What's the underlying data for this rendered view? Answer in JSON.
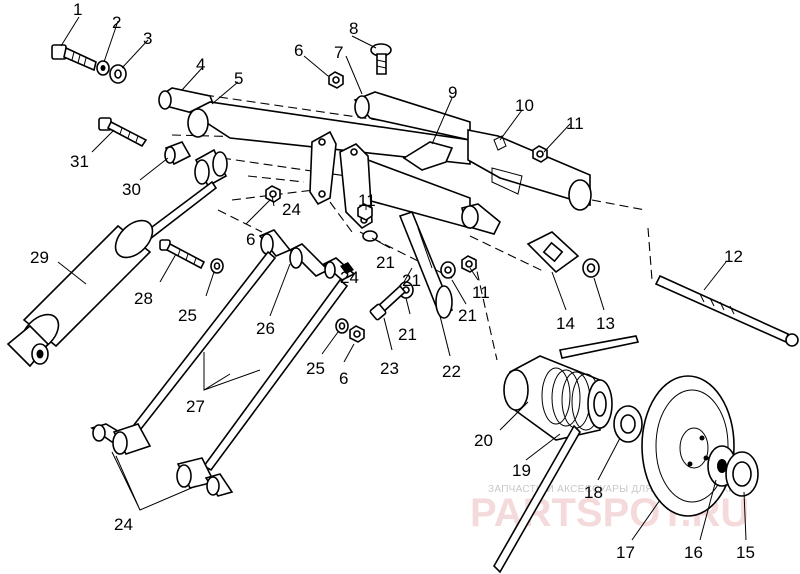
{
  "callouts": [
    {
      "id": "c1",
      "text": "1"
    },
    {
      "id": "c2",
      "text": "2"
    },
    {
      "id": "c3",
      "text": "3"
    },
    {
      "id": "c4",
      "text": "4"
    },
    {
      "id": "c5",
      "text": "5"
    },
    {
      "id": "c6a",
      "text": "6"
    },
    {
      "id": "c7",
      "text": "7"
    },
    {
      "id": "c8",
      "text": "8"
    },
    {
      "id": "c9",
      "text": "9"
    },
    {
      "id": "c10",
      "text": "10"
    },
    {
      "id": "c11a",
      "text": "11"
    },
    {
      "id": "c31",
      "text": "31"
    },
    {
      "id": "c30",
      "text": "30"
    },
    {
      "id": "c24a",
      "text": "24"
    },
    {
      "id": "c6b",
      "text": "6"
    },
    {
      "id": "c12",
      "text": "12"
    },
    {
      "id": "c29",
      "text": "29"
    },
    {
      "id": "c11b",
      "text": "11"
    },
    {
      "id": "c21a",
      "text": "21"
    },
    {
      "id": "c24b",
      "text": "24"
    },
    {
      "id": "c11c",
      "text": "11"
    },
    {
      "id": "c21b",
      "text": "21"
    },
    {
      "id": "c28",
      "text": "28"
    },
    {
      "id": "c25a",
      "text": "25"
    },
    {
      "id": "c21c",
      "text": "21"
    },
    {
      "id": "c14",
      "text": "14"
    },
    {
      "id": "c13",
      "text": "13"
    },
    {
      "id": "c26",
      "text": "26"
    },
    {
      "id": "c21d",
      "text": "21"
    },
    {
      "id": "c25b",
      "text": "25"
    },
    {
      "id": "c6c",
      "text": "6"
    },
    {
      "id": "c23",
      "text": "23"
    },
    {
      "id": "c22",
      "text": "22"
    },
    {
      "id": "c27",
      "text": "27"
    },
    {
      "id": "c20",
      "text": "20"
    },
    {
      "id": "c19",
      "text": "19"
    },
    {
      "id": "c18",
      "text": "18"
    },
    {
      "id": "c24c",
      "text": "24"
    },
    {
      "id": "c17",
      "text": "17"
    },
    {
      "id": "c16",
      "text": "16"
    },
    {
      "id": "c15",
      "text": "15"
    }
  ],
  "watermark": {
    "caption": "ЗАПЧАСТИ И АКСЕССУАРЫ ДЛЯ МОТОТЕХНИКИ",
    "brand": "PARTSPOT.RU"
  }
}
